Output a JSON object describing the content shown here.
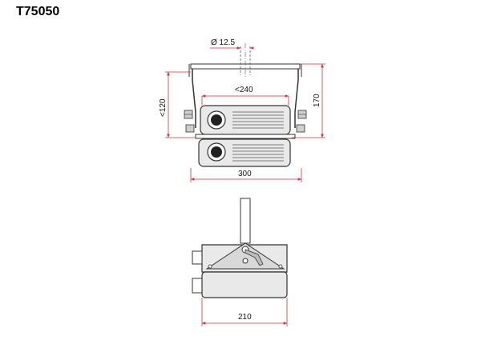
{
  "title": "T75050",
  "dimensions": {
    "pipe_diameter": "Ø 12.5",
    "inner_width": "<240",
    "side_height_left": "<120",
    "total_height_right": "170",
    "total_width": "300",
    "side_width": "210"
  },
  "colors": {
    "dimension_line": "#d0303a",
    "outline": "#333333",
    "body_fill": "#e9e9e9"
  }
}
